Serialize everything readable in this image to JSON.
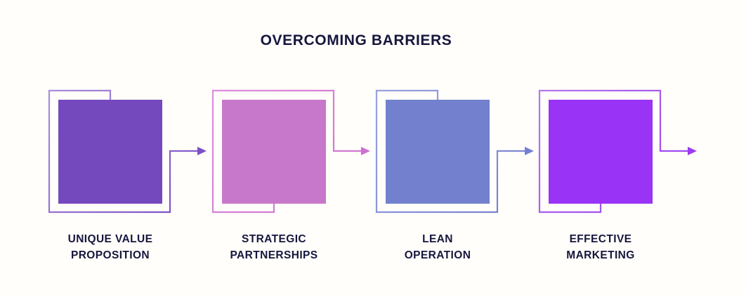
{
  "title": "OVERCOMING BARRIERS",
  "colors": {
    "background": "#FFFEFA",
    "text": "#16163E"
  },
  "steps": [
    {
      "label_line1": "UNIQUE VALUE",
      "label_line2": "PROPOSITION",
      "fill": "#7549BE",
      "stroke_start": "#A98FDB",
      "stroke_end": "#7B4EC6"
    },
    {
      "label_line1": "STRATEGIC",
      "label_line2": "PARTNERSHIPS",
      "fill": "#C878CA",
      "stroke_start": "#DD8EDE",
      "stroke_end": "#CE70D0"
    },
    {
      "label_line1": "LEAN",
      "label_line2": "OPERATION",
      "fill": "#7380CD",
      "stroke_start": "#99A2E2",
      "stroke_end": "#7680D2"
    },
    {
      "label_line1": "EFFECTIVE",
      "label_line2": "MARKETING",
      "fill": "#9933F5",
      "stroke_start": "#B678EE",
      "stroke_end": "#9C3BF2"
    }
  ]
}
